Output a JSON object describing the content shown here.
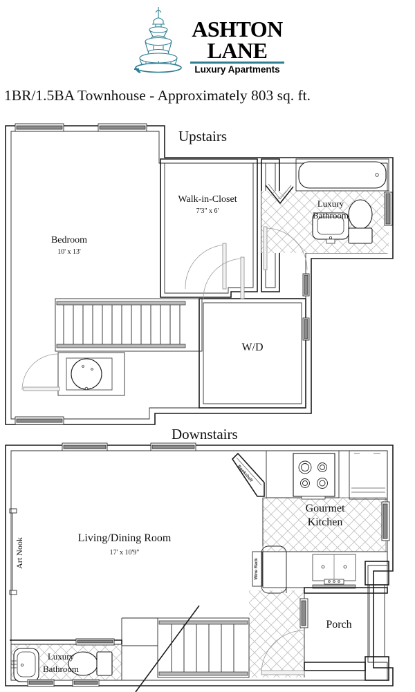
{
  "brand": {
    "name_line1": "ASHTON",
    "name_line2": "LANE",
    "tagline": "Luxury Apartments",
    "accent_color": "#2d7d93",
    "logo_icon": "fountain-icon"
  },
  "plan_title": "1BR/1.5BA Townhouse - Approximately 803 sq. ft.",
  "floors": {
    "upstairs": {
      "label": "Upstairs",
      "rooms": [
        {
          "name": "Bedroom",
          "dimensions": "10' x 13'"
        },
        {
          "name": "Walk-in-Closet",
          "dimensions": "7'3\" x 6'"
        },
        {
          "name": "Luxury Bathroom",
          "line1": "Luxury",
          "line2": "Bathroom",
          "dimensions": ""
        },
        {
          "name": "W/D",
          "dimensions": ""
        }
      ]
    },
    "downstairs": {
      "label": "Downstairs",
      "rooms": [
        {
          "name": "Living/Dining Room",
          "dimensions": "17' x 10'9\""
        },
        {
          "name": "Gourmet Kitchen",
          "line1": "Gourmet",
          "line2": "Kitchen",
          "dimensions": ""
        },
        {
          "name": "Luxury Bathroom",
          "line1": "Luxury",
          "line2": "Bathroom",
          "dimensions": ""
        },
        {
          "name": "Porch",
          "dimensions": ""
        },
        {
          "name": "Art Nook",
          "dimensions": ""
        }
      ],
      "features": [
        {
          "name": "Bookshelf"
        },
        {
          "name": "Wine Rack"
        }
      ]
    }
  },
  "labels": {
    "bedroom": "Bedroom",
    "bedroom_dim": "10' x 13'",
    "closet": "Walk-in-Closet",
    "closet_dim": "7'3\" x 6'",
    "bath_l1": "Luxury",
    "bath_l2": "Bathroom",
    "wd": "W/D",
    "living": "Living/Dining Room",
    "living_dim": "17' x 10'9\"",
    "kitchen_l1": "Gourmet",
    "kitchen_l2": "Kitchen",
    "porch": "Porch",
    "art_nook": "Art Nook",
    "bookshelf": "Bookshelf",
    "wine_rack": "Wine Rack",
    "dbath_l1": "Luxury",
    "dbath_l2": "Bathroom"
  }
}
